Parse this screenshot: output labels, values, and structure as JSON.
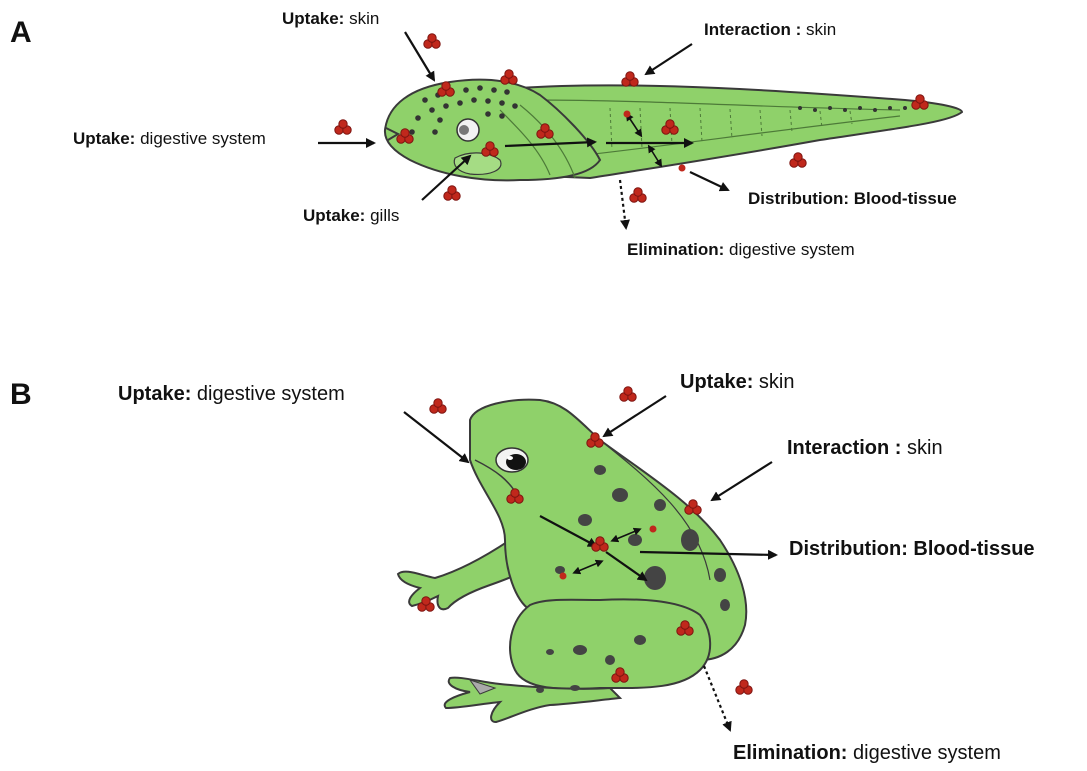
{
  "panels": {
    "a": {
      "letter": "A",
      "labels": {
        "uptake_skin": {
          "key": "Uptake:",
          "value": "skin"
        },
        "interaction_skin": {
          "key": "Interaction :",
          "value": "skin"
        },
        "uptake_digestive": {
          "key": "Uptake:",
          "value": "digestive system"
        },
        "uptake_gills": {
          "key": "Uptake:",
          "value": "gills"
        },
        "distribution": {
          "key": "Distribution: Blood-tissue",
          "value": ""
        },
        "elimination": {
          "key": "Elimination:",
          "value": "digestive system"
        }
      }
    },
    "b": {
      "letter": "B",
      "labels": {
        "uptake_digestive": {
          "key": "Uptake:",
          "value": "digestive system"
        },
        "uptake_skin": {
          "key": "Uptake:",
          "value": "skin"
        },
        "interaction_skin": {
          "key": "Interaction :",
          "value": "skin"
        },
        "distribution": {
          "key": "Distribution: Blood-tissue",
          "value": ""
        },
        "elimination": {
          "key": "Elimination:",
          "value": "digestive system"
        }
      }
    }
  },
  "colors": {
    "body_green": "#8fd16a",
    "outline": "#3a3a3a",
    "spot": "#444444",
    "particle": "#c0281c",
    "particle_dark": "#7d1410"
  }
}
